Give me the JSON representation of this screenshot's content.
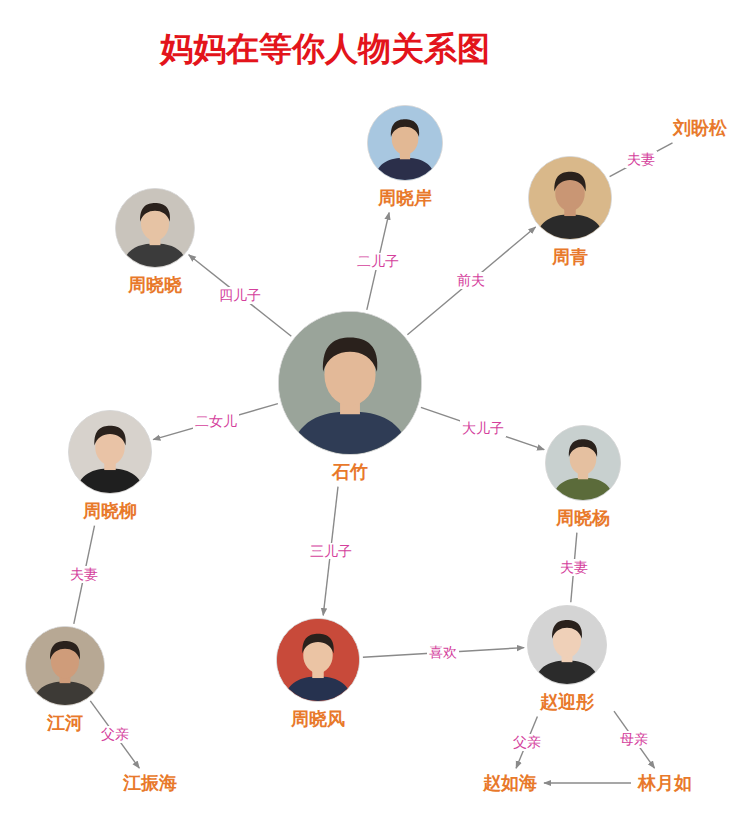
{
  "diagram": {
    "title": "妈妈在等你人物关系图",
    "nodes": [
      {
        "text": [
          "周晓岸"
        ]
      },
      {
        "text": [
          "周晓晓"
        ]
      },
      {
        "text": [
          "周青"
        ]
      },
      {
        "text": [
          "刘盼松"
        ]
      },
      {
        "text": [
          "石竹"
        ]
      },
      {
        "text": [
          "周晓柳"
        ]
      },
      {
        "text": [
          "周晓杨"
        ]
      },
      {
        "text": [
          "江河"
        ]
      },
      {
        "text": [
          "周晓风"
        ]
      },
      {
        "text": [
          "赵迎彤"
        ]
      },
      {
        "text": [
          "江振海"
        ]
      },
      {
        "text": [
          "赵如海"
        ]
      },
      {
        "text": [
          "林月如"
        ]
      }
    ],
    "edges": [
      {
        "from": 4,
        "to": 1,
        "label": "四儿子",
        "arrow": "to"
      },
      {
        "from": 4,
        "to": 0,
        "label": "二儿子",
        "arrow": "to"
      },
      {
        "from": 4,
        "to": 2,
        "label": "前夫",
        "arrow": "to"
      },
      {
        "from": 2,
        "to": 3,
        "label": "夫妻",
        "arrow": "none"
      },
      {
        "from": 4,
        "to": 5,
        "label": "二女儿",
        "arrow": "to"
      },
      {
        "from": 4,
        "to": 6,
        "label": "大儿子",
        "arrow": "to"
      },
      {
        "from": 4,
        "to": 8,
        "label": "三儿子",
        "arrow": "to"
      },
      {
        "from": 5,
        "to": 7,
        "label": "夫妻",
        "arrow": "none"
      },
      {
        "from": 6,
        "to": 9,
        "label": "夫妻",
        "arrow": "none"
      },
      {
        "from": 8,
        "to": 9,
        "label": "喜欢",
        "arrow": "to"
      },
      {
        "from": 7,
        "to": 10,
        "label": "父亲",
        "arrow": "to"
      },
      {
        "from": 9,
        "to": 11,
        "label": "父亲",
        "arrow": "to"
      },
      {
        "from": 9,
        "to": 12,
        "label": "母亲",
        "arrow": "to"
      },
      {
        "from": 12,
        "to": 11,
        "arrow": "to"
      }
    ]
  }
}
